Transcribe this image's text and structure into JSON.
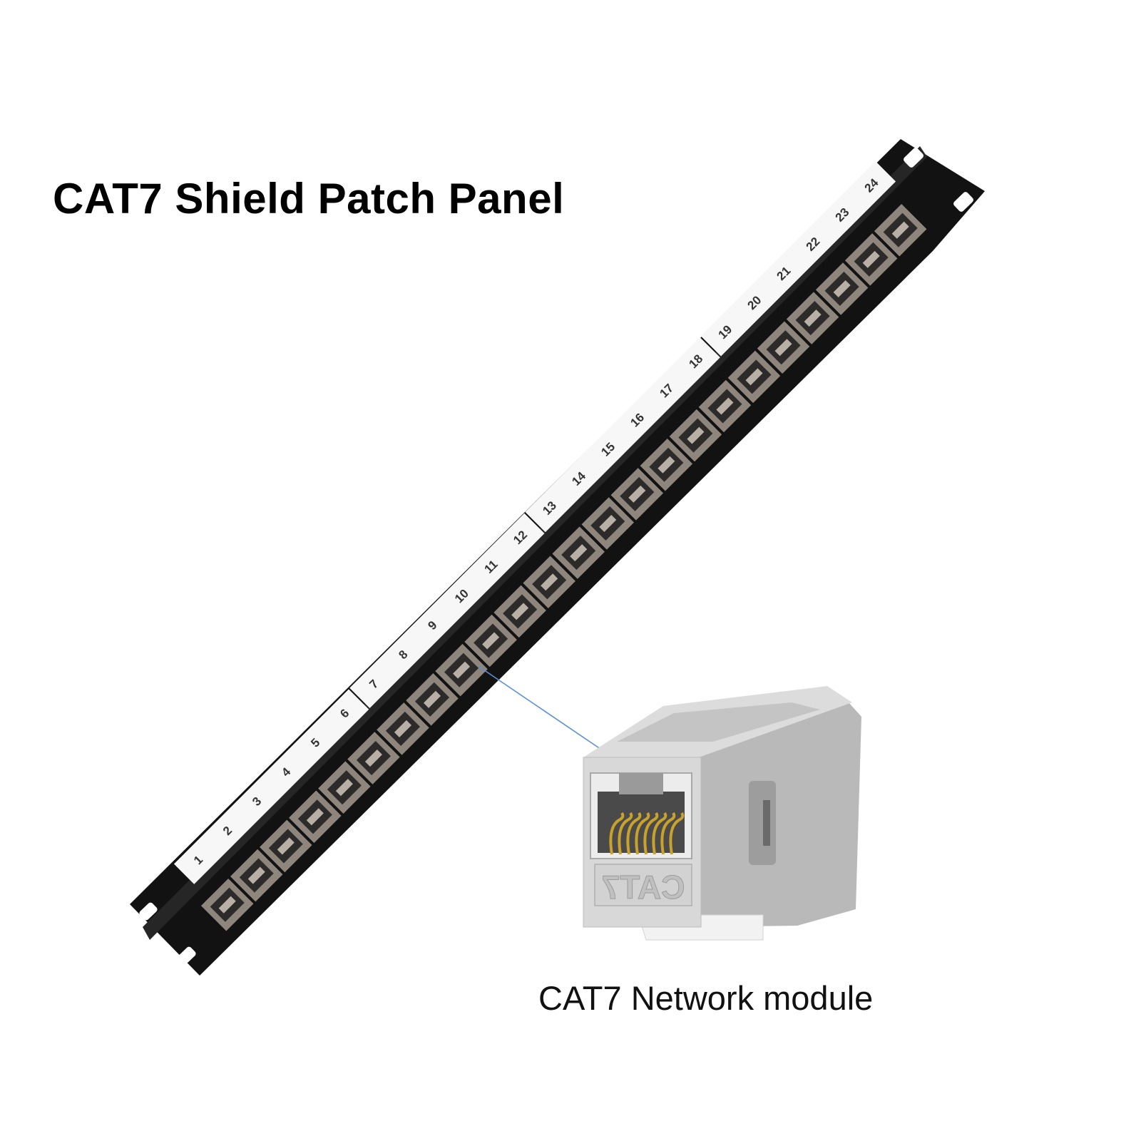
{
  "title": "CAT7 Shield Patch Panel",
  "module_caption": "CAT7 Network module",
  "panel": {
    "port_labels": [
      "1",
      "2",
      "3",
      "4",
      "5",
      "6",
      "7",
      "8",
      "9",
      "10",
      "11",
      "12",
      "13",
      "14",
      "15",
      "16",
      "17",
      "18",
      "19",
      "20",
      "21",
      "22",
      "23",
      "24"
    ],
    "module_emboss": "CAT7",
    "colors": {
      "panel": "#121212",
      "label_strip": "#f7f7f7",
      "port_housing": "#8e857c",
      "port_inner": "#2d2b29",
      "module_metal": "#c9c9c9",
      "module_shadow": "#9d9d9d",
      "module_contacts": "#c9a22c",
      "callout_line": "#5a8fd8"
    }
  }
}
